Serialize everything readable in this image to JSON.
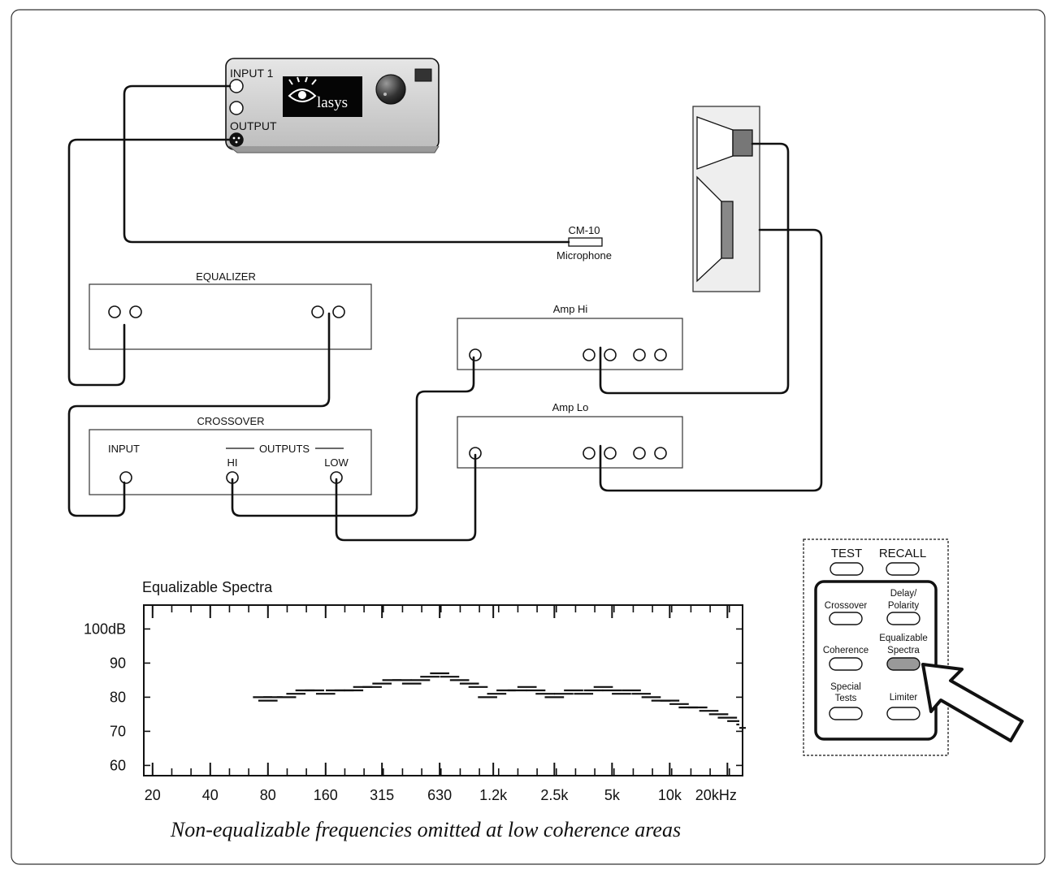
{
  "analyzer": {
    "input1_label": "INPUT 1",
    "output_label": "OUTPUT",
    "brand": "lasys"
  },
  "microphone": {
    "model": "CM-10",
    "label": "Microphone"
  },
  "equalizer": {
    "title": "EQUALIZER"
  },
  "crossover": {
    "title": "CROSSOVER",
    "input_label": "INPUT",
    "outputs_label": "OUTPUTS",
    "hi_label": "HI",
    "low_label": "LOW"
  },
  "amp_hi": {
    "title": "Amp Hi"
  },
  "amp_lo": {
    "title": "Amp Lo"
  },
  "panel": {
    "test": "TEST",
    "recall": "RECALL",
    "crossover_line1": "Crossover",
    "delay_line1": "Delay/",
    "delay_line2": "Polarity",
    "coherence_line1": "Coherence",
    "eqspectra_line1": "Equalizable",
    "eqspectra_line2": "Spectra",
    "special_line1": "Special",
    "special_line2": "Tests",
    "limiter_line1": "Limiter"
  },
  "chart_data": {
    "type": "line",
    "title": "Equalizable Spectra",
    "x_scale": "log",
    "y_ticks": [
      "100dB",
      "90",
      "80",
      "70",
      "60"
    ],
    "y_tick_values": [
      100,
      90,
      80,
      70,
      60
    ],
    "x_ticks": [
      "20",
      "40",
      "80",
      "160",
      "315",
      "630",
      "1.2k",
      "2.5k",
      "5k",
      "10k",
      "20kHz"
    ],
    "x_tick_values": [
      20,
      40,
      80,
      160,
      315,
      630,
      1200,
      2500,
      5000,
      10000,
      20000
    ],
    "ylim": [
      57,
      107
    ],
    "xlim": [
      18,
      24000
    ],
    "segments": [
      [
        75,
        80
      ],
      [
        80,
        79
      ],
      [
        85,
        80
      ],
      [
        100,
        80
      ],
      [
        112,
        81
      ],
      [
        125,
        82
      ],
      [
        140,
        82
      ],
      [
        160,
        81
      ],
      [
        180,
        82
      ],
      [
        200,
        82
      ],
      [
        224,
        82
      ],
      [
        250,
        83
      ],
      [
        280,
        83
      ],
      [
        315,
        84
      ],
      [
        355,
        85
      ],
      [
        400,
        85
      ],
      [
        450,
        84
      ],
      [
        500,
        85
      ],
      [
        560,
        86
      ],
      [
        630,
        87
      ],
      [
        710,
        86
      ],
      [
        800,
        85
      ],
      [
        900,
        84
      ],
      [
        1000,
        83
      ],
      [
        1120,
        80
      ],
      [
        1250,
        81
      ],
      [
        1400,
        82
      ],
      [
        1600,
        82
      ],
      [
        1800,
        83
      ],
      [
        2000,
        82
      ],
      [
        2240,
        81
      ],
      [
        2500,
        80
      ],
      [
        2800,
        81
      ],
      [
        3150,
        82
      ],
      [
        3550,
        81
      ],
      [
        4000,
        82
      ],
      [
        4500,
        83
      ],
      [
        5000,
        82
      ],
      [
        5600,
        81
      ],
      [
        6300,
        82
      ],
      [
        7100,
        81
      ],
      [
        8000,
        80
      ],
      [
        9000,
        79
      ],
      [
        10000,
        79
      ],
      [
        11200,
        78
      ],
      [
        12500,
        77
      ],
      [
        14000,
        77
      ],
      [
        16000,
        76
      ],
      [
        18000,
        75
      ],
      [
        20000,
        74
      ],
      [
        22400,
        73
      ],
      [
        25000,
        72
      ],
      [
        28000,
        71
      ]
    ],
    "caption": "Non-equalizable frequencies omitted at low coherence areas"
  }
}
